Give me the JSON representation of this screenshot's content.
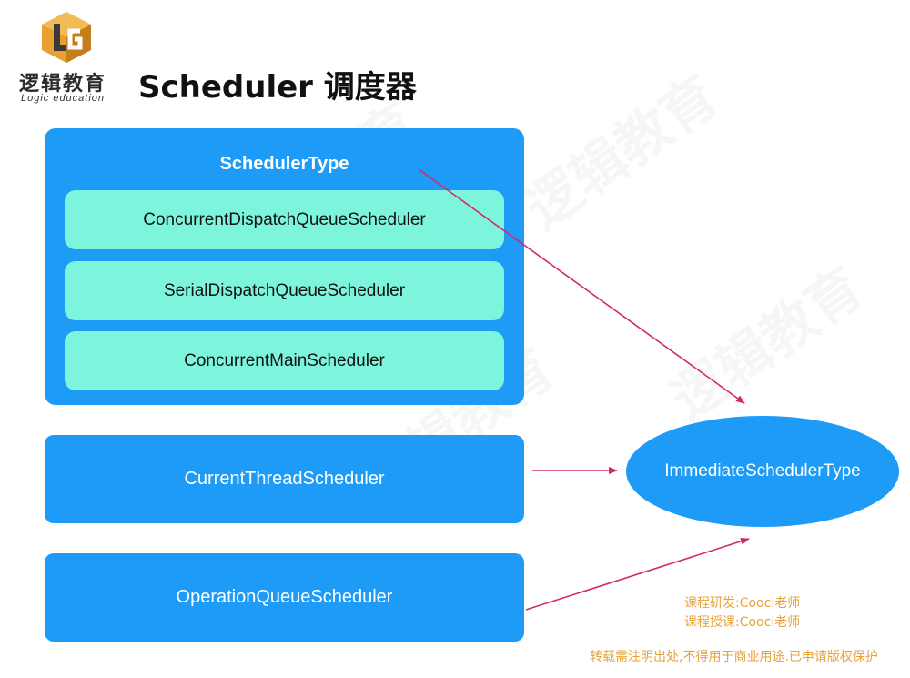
{
  "logo": {
    "cn": "逻辑教育",
    "en": "Logic education",
    "letters": "LG"
  },
  "title": "Scheduler 调度器",
  "group": {
    "title": "SchedulerType",
    "items": [
      "ConcurrentDispatchQueueScheduler",
      "SerialDispatchQueueScheduler",
      "ConcurrentMainScheduler"
    ]
  },
  "boxes": {
    "current_thread": "CurrentThreadScheduler",
    "operation_queue": "OperationQueueScheduler"
  },
  "ellipse": "ImmediateSchedulerType",
  "credits": {
    "line1": "课程研发:Cooci老师",
    "line2": "课程授课:Cooci老师",
    "notice": "转载需注明出处,不得用于商业用途.已申请版权保护"
  },
  "colors": {
    "box_blue": "#1d9bf7",
    "inner_mint": "#7df5dc",
    "arrow": "#d02b6a",
    "credit": "#e9a23b"
  }
}
